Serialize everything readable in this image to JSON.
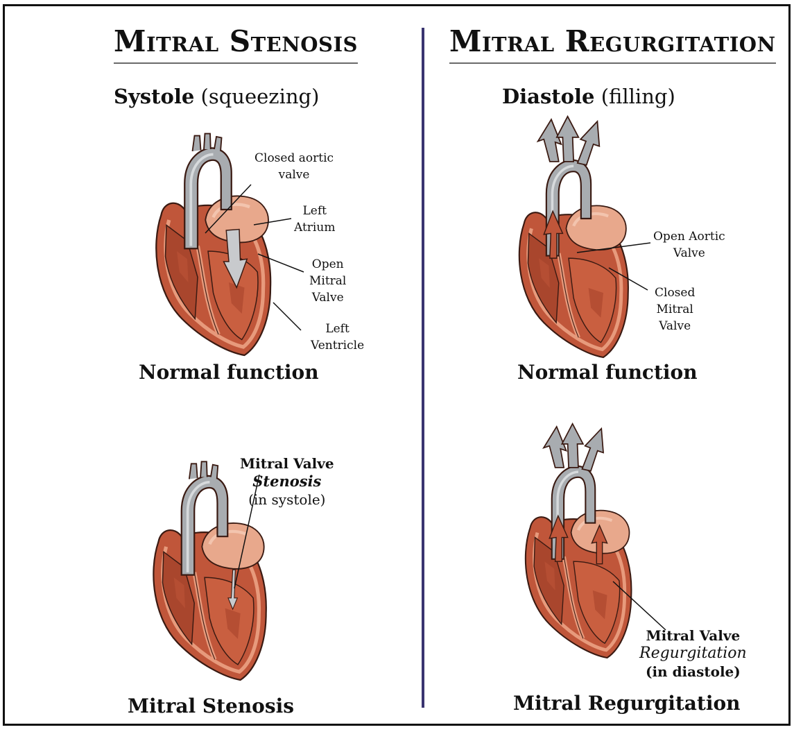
{
  "left_column": {
    "title": "Mitral Stenosis",
    "phase_bold": "Systole",
    "phase_rest": " (squeezing)",
    "top_caption": "Normal function",
    "bottom_caption": "Mitral Stenosis",
    "labels": {
      "aortic_line1": "Closed aortic",
      "aortic_line2": "valve",
      "atrium_line1": "Left",
      "atrium_line2": "Atrium",
      "mitral_line1": "Open",
      "mitral_line2": "Mitral",
      "mitral_line3": "Valve",
      "ventricle_line1": "Left",
      "ventricle_line2": "Ventricle"
    },
    "stenosis_label": {
      "line1": "Mitral Valve",
      "line2": "Stenosis",
      "line3": "(in systole)"
    }
  },
  "right_column": {
    "title": "Mitral Regurgitation",
    "phase_bold": "Diastole",
    "phase_rest": " (filling)",
    "top_caption": "Normal function",
    "bottom_caption": "Mitral Regurgitation",
    "labels": {
      "aortic_line1": "Open Aortic",
      "aortic_line2": "Valve",
      "mitral_line1": "Closed",
      "mitral_line2": "Mitral",
      "mitral_line3": "Valve"
    },
    "regurgitation_label": {
      "line1": "Mitral Valve",
      "line2": "Regurgitation",
      "line3": "(in diastole)"
    }
  },
  "colors": {
    "myocardium": "#c0563a",
    "myocardium_light": "#e79a7c",
    "atrium": "#e8a88c",
    "aorta": "#a8acb0",
    "divider": "#3a3470"
  }
}
